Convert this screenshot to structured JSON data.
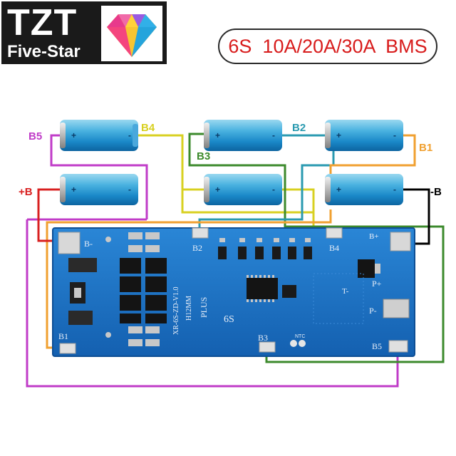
{
  "logo": {
    "brand": "TZT",
    "sub": "Five-Star"
  },
  "title": "6S  10A/20A/30A  BMS",
  "wire_labels": {
    "b5": "B5",
    "b4": "B4",
    "b3": "B3",
    "b2": "B2",
    "b1": "B1",
    "plus_b": "+B",
    "minus_b": "-B"
  },
  "battery_marks": {
    "plus": "+",
    "minus": "-"
  },
  "board": {
    "pad_b_minus": "B-",
    "pad_b_plus": "B+",
    "pad_b1": "B1",
    "pad_b2": "B2",
    "pad_b3": "B3",
    "pad_b4": "B4",
    "pad_b5": "B5",
    "p_plus": "P+",
    "p_minus": "P-",
    "t_minus": "T-",
    "model": "XR-6S-ZD-V1.0",
    "height": "H12MM",
    "plus": "PLUS",
    "cells": "6S",
    "ntc": "NTC"
  },
  "colors": {
    "b5_wire": "#c03cc8",
    "b4_wire": "#d8d020",
    "b3_wire": "#3c8a2c",
    "b2_wire": "#2a9ab0",
    "b1_wire": "#f0a030",
    "plus_wire": "#d82020",
    "minus_wire": "#000000",
    "board": "#1870c8",
    "title": "#d81c1c",
    "logo_bg": "#1a1a1a"
  }
}
